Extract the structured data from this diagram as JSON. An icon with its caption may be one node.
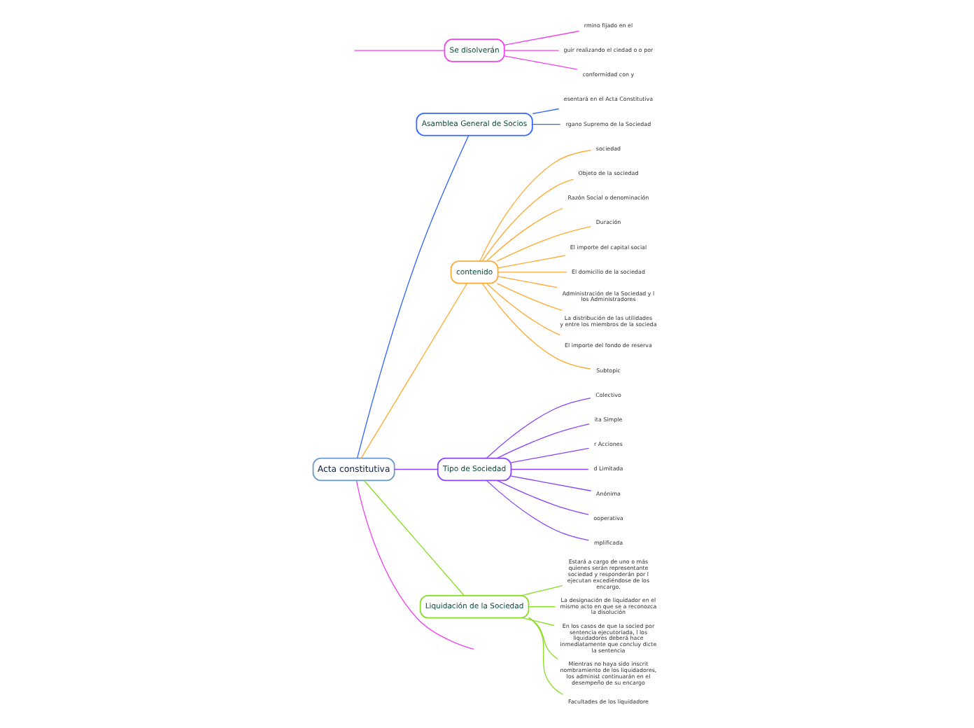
{
  "diagram": {
    "nodes": [
      {
        "text": [
          "Acta constitutiva"
        ]
      },
      {
        "text": [
          "Asamblea General de Socios"
        ]
      },
      {
        "text": [
          "esentará en el Acta Constitutiva"
        ]
      },
      {
        "text": [
          "rgano Supremo de la Sociedad"
        ]
      },
      {
        "text": [
          "contenido"
        ]
      },
      {
        "text": [
          "sociedad"
        ]
      },
      {
        "text": [
          "Objeto de la sociedad"
        ]
      },
      {
        "text": [
          "Razón Social o denominación"
        ]
      },
      {
        "text": [
          "Duración"
        ]
      },
      {
        "text": [
          "El importe del capital social"
        ]
      },
      {
        "text": [
          "El domicilio de la sociedad"
        ]
      },
      {
        "text": [
          "Administración de la Sociedad y l los Administradores"
        ]
      },
      {
        "text": [
          "La distribución de las utilidades y entre los miembros de la socieda"
        ]
      },
      {
        "text": [
          "El importe del fondo de reserva"
        ]
      },
      {
        "text": [
          "Subtopic"
        ]
      },
      {
        "text": [
          "Tipo de Sociedad"
        ]
      },
      {
        "text": [
          "Colectivo"
        ]
      },
      {
        "text": [
          "ita Simple"
        ]
      },
      {
        "text": [
          "r Acciones"
        ]
      },
      {
        "text": [
          "d Limitada"
        ]
      },
      {
        "text": [
          "Anónima"
        ]
      },
      {
        "text": [
          "ooperativa"
        ]
      },
      {
        "text": [
          "mplificada"
        ]
      },
      {
        "text": [
          "Liquidación de la Sociedad"
        ]
      },
      {
        "text": [
          "Estará a cargo de uno o más quienes serán representante sociedad y responderán por l ejecutan excediéndose de los encargo."
        ]
      },
      {
        "text": [
          "La designación de liquidador en el mismo acto en que se a reconozca la disolución"
        ]
      },
      {
        "text": [
          "En los casos de que la socied por sentencia ejecutoriada, l los liquidadores deberá hace inmediatamente que concluy dicte la sentencia"
        ]
      },
      {
        "text": [
          "Mientras no haya sido inscrit nombramiento de los liquidadores, los administ continuarán en el desempeño de su encargo"
        ]
      },
      {
        "text": [
          "Facultades de los liquidadore"
        ]
      },
      {
        "text": [
          "Se disolverán"
        ]
      },
      {
        "text": [
          "rmino fijado en el"
        ]
      },
      {
        "text": [
          "guir realizando el ciedad o o por"
        ]
      },
      {
        "text": [
          "conformidad con y"
        ]
      }
    ],
    "edges": [
      {
        "from": 0,
        "to": 1,
        "arrow": "none",
        "color": "#3366ff"
      },
      {
        "from": 1,
        "to": 2,
        "arrow": "none",
        "color": "#3366ff"
      },
      {
        "from": 1,
        "to": 3,
        "arrow": "none",
        "color": "#3366ff"
      },
      {
        "from": 0,
        "to": 4,
        "arrow": "none"
      },
      {
        "from": 4,
        "to": 5,
        "arrow": "none"
      },
      {
        "from": 4,
        "to": 6,
        "arrow": "none"
      },
      {
        "from": 4,
        "to": 7,
        "arrow": "none"
      },
      {
        "from": 4,
        "to": 8,
        "arrow": "none"
      },
      {
        "from": 4,
        "to": 9,
        "arrow": "none"
      },
      {
        "from": 4,
        "to": 10,
        "arrow": "none"
      },
      {
        "from": 4,
        "to": 11,
        "arrow": "none"
      },
      {
        "from": 4,
        "to": 12,
        "arrow": "none"
      },
      {
        "from": 4,
        "to": 13,
        "arrow": "none"
      },
      {
        "from": 4,
        "to": 14,
        "arrow": "none"
      },
      {
        "from": 0,
        "to": 15,
        "arrow": "none",
        "color": "#8844ff"
      },
      {
        "from": 15,
        "to": 16,
        "arrow": "none",
        "color": "#8844ff"
      },
      {
        "from": 15,
        "to": 17,
        "arrow": "none",
        "color": "#8844ff"
      },
      {
        "from": 15,
        "to": 18,
        "arrow": "none",
        "color": "#8844ff"
      },
      {
        "from": 15,
        "to": 19,
        "arrow": "none",
        "color": "#8844ff"
      },
      {
        "from": 15,
        "to": 20,
        "arrow": "none",
        "color": "#8844ff"
      },
      {
        "from": 15,
        "to": 21,
        "arrow": "none",
        "color": "#8844ff"
      },
      {
        "from": 15,
        "to": 22,
        "arrow": "none",
        "color": "#8844ff"
      },
      {
        "from": 0,
        "to": 23,
        "arrow": "none",
        "color": "#88dd22"
      },
      {
        "from": 23,
        "to": 24,
        "arrow": "none",
        "color": "#88dd22"
      },
      {
        "from": 23,
        "to": 25,
        "arrow": "none",
        "color": "#88dd22"
      },
      {
        "from": 23,
        "to": 26,
        "arrow": "none",
        "color": "#88dd22"
      },
      {
        "from": 23,
        "to": 27,
        "arrow": "none",
        "color": "#88dd22"
      },
      {
        "from": 23,
        "to": 28,
        "arrow": "none",
        "color": "#88dd22"
      },
      {
        "from": 0,
        "to": null,
        "arrow": "none",
        "color": "#ee44ee"
      },
      {
        "from": null,
        "to": 29,
        "arrow": "none",
        "color": "#ee44ee"
      },
      {
        "from": 29,
        "to": 30,
        "arrow": "none",
        "color": "#ee44ee"
      },
      {
        "from": 29,
        "to": 31,
        "arrow": "none",
        "color": "#ee44ee"
      },
      {
        "from": 29,
        "to": 32,
        "arrow": "none",
        "color": "#ee44ee"
      }
    ]
  }
}
